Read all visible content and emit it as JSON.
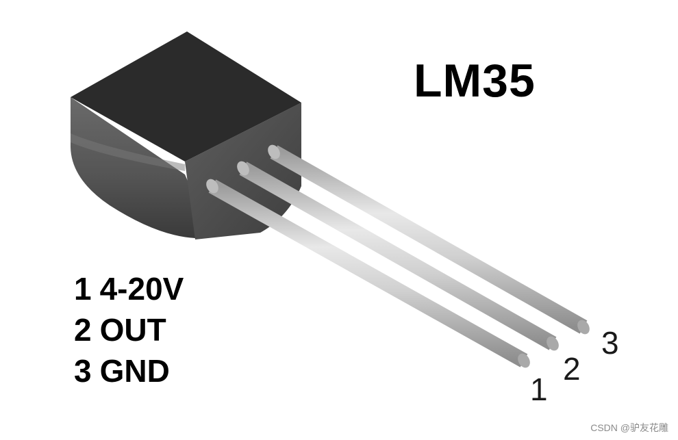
{
  "title": "LM35",
  "pins": [
    {
      "number": "1",
      "function": "4-20V"
    },
    {
      "number": "2",
      "function": "OUT"
    },
    {
      "number": "3",
      "function": "GND"
    }
  ],
  "lead_labels": [
    "1",
    "2",
    "3"
  ],
  "watermark": "CSDN @驴友花雕",
  "colors": {
    "body_top": "#2b2b2b",
    "body_front": "#585858",
    "lead": "#c9c9c9",
    "lead_tip": "#a9a9a9",
    "text": "#000000"
  }
}
